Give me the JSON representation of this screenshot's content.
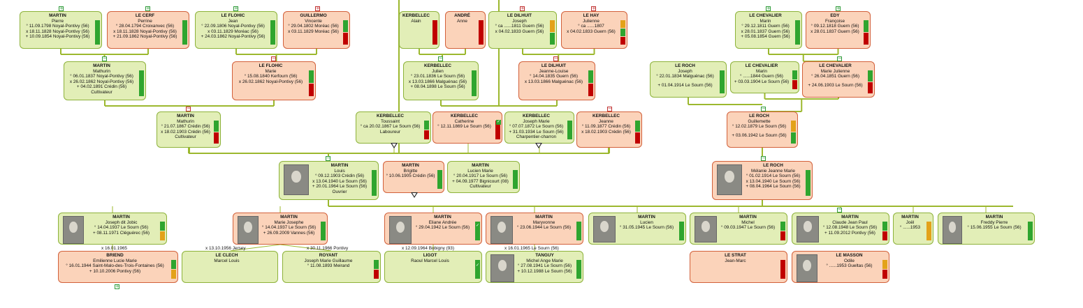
{
  "people": {
    "p1": {
      "name": "MARTIN",
      "first": "Pierre",
      "lines": [
        "° 11.09.1798 Noyal-Pontivy (56)",
        "x 18.11.1828 Noyal-Pontivy (56)",
        "+ 10.09.1854 Noyal-Pontivy (56)"
      ]
    },
    "p2": {
      "name": "LE CERF",
      "first": "Perrine",
      "lines": [
        "° 28.04.1794 Croixanvec (56)",
        "x 18.11.1828 Noyal-Pontivy (56)",
        "+ 21.09.1862 Noyal-Pontivy (56)"
      ]
    },
    "p3": {
      "name": "LE FLOHIC",
      "first": "Jean",
      "lines": [
        "° 22.09.1806 Noyal-Pontivy (56)",
        "x 03.11.1829 Moréac (56)",
        "+ 24.03.1862 Noyal-Pontivy (56)"
      ]
    },
    "p4": {
      "name": "GUILLERMO",
      "first": "Vincente",
      "lines": [
        "° 29.04.1802 Moréac (56)",
        "x 03.11.1829 Moréac (56)"
      ]
    },
    "p5": {
      "name": "KERBELLEC",
      "first": "Alain",
      "lines": []
    },
    "p6": {
      "name": "ANDRÉ",
      "first": "Anne",
      "lines": []
    },
    "p7": {
      "name": "LE DILHUIT",
      "first": "Joseph",
      "lines": [
        "° ca ......1811 Guern (56)",
        "x 04.02.1833 Guern (56)"
      ]
    },
    "p8": {
      "name": "LE HAY",
      "first": "Julienne",
      "lines": [
        "° ca ......1807",
        "x 04.02.1833 Guern (56)"
      ]
    },
    "p9": {
      "name": "LE CHEVALIER",
      "first": "Marin",
      "lines": [
        "° 29.12.1811 Guern (56)",
        "x 28.01.1837 Guern (56)",
        "+ 05.08.1854 Guern (56)"
      ]
    },
    "p10": {
      "name": "EDY",
      "first": "Françoise",
      "lines": [
        "° 09.12.1818 Guern (56)",
        "x 28.01.1837 Guern (56)"
      ]
    },
    "p11": {
      "name": "MARTIN",
      "first": "Mathurin",
      "lines": [
        "° 06.01.1837 Noyal-Pontivy (56)",
        "x 26.02.1862 Noyal-Pontivy (56)",
        "+ 04.02.1891 Crédin (56)"
      ],
      "occ": "Cultivateur"
    },
    "p12": {
      "name": "LE FLOHIC",
      "first": "Marie",
      "lines": [
        "° 15.08.1840 Kerfourn (56)",
        "x 26.02.1862 Noyal-Pontivy (56)"
      ]
    },
    "p13": {
      "name": "KERBELLEC",
      "first": "Julien",
      "lines": [
        "° 23.01.1836 Le Sourn (56)",
        "x 13.03.1866 Malguénac (56)",
        "+ 08.04.1898 Le Sourn (56)"
      ]
    },
    "p14": {
      "name": "LE DILHUIT",
      "first": "Jeanne-Louise",
      "lines": [
        "° 14.04.1835 Guern (56)",
        "x 13.03.1866 Malguénac (56)"
      ]
    },
    "p15": {
      "name": "LE ROCH",
      "first": "Joseph",
      "lines": [
        "° 22.01.1834 Malguénac (56)",
        "",
        "+ 01.04.1914 Le Sourn (56)"
      ]
    },
    "p16": {
      "name": "LE CHEVALIER",
      "first": "Marin",
      "lines": [
        "° ......1844 Guern (56)",
        "+ 03.03.1904 Le Sourn (56)"
      ]
    },
    "p17": {
      "name": "LE CHEVALIER",
      "first": "Marie Julienne",
      "lines": [
        "° 26.04.1851 Guern (56)",
        "",
        "+ 24.06.1903 Le Sourn (56)"
      ]
    },
    "p18": {
      "name": "MARTIN",
      "first": "Mathurin",
      "lines": [
        "° 21.07.1867 Crédin (56)",
        "x 18.02.1903 Crédin (56)"
      ],
      "occ": "Cultivateur"
    },
    "p19": {
      "name": "KERBELLEC",
      "first": "Toussaint",
      "lines": [
        "° ca 20.02.1867 Le Sourn (56)"
      ],
      "occ": "Laboureur"
    },
    "p20": {
      "name": "KERBELLEC",
      "first": "Catherine",
      "lines": [
        "° 12.11.1869 Le Sourn (56)"
      ]
    },
    "p21": {
      "name": "KERBELLEC",
      "first": "Joseph Marie",
      "lines": [
        "° 07.07.1872 Le Sourn (56)",
        "+ 31.03.1934 Le Sourn (56)"
      ],
      "occ": "Charpentier-charron"
    },
    "p22": {
      "name": "KERBELLEC",
      "first": "Jeanne",
      "lines": [
        "° 11.09.1877 Crédin (56)",
        "x 18.02.1903 Crédin (56)"
      ]
    },
    "p23": {
      "name": "LE ROCH",
      "first": "Guillemette",
      "lines": [
        "° 12.02.1879 Le Sourn (56)",
        "",
        "+ 03.06.1942 Le Sourn (56)"
      ]
    },
    "p24": {
      "name": "MARTIN",
      "first": "Louis",
      "lines": [
        "° 09.12.1903 Crédin (56)",
        "x 13.04.1940 Le Sourn (56)",
        "+ 20.01.1964 Le Sourn (56)"
      ],
      "occ": "Ouvrier"
    },
    "p25": {
      "name": "MARTIN",
      "first": "Brigitte",
      "lines": [
        "° 10.06.1905 Crédin (56)"
      ]
    },
    "p26": {
      "name": "MARTIN",
      "first": "Lucien Marie",
      "lines": [
        "° 20.04.1917 Le Sourn (56)",
        "+ 04.09.1977 Bignicourt (08)"
      ],
      "occ": "Cultivateur"
    },
    "p27": {
      "name": "LE ROCH",
      "first": "Mélanie Jeanne Marie",
      "lines": [
        "° 01.02.1914 Le Sourn (56)",
        "x 13.04.1940 Le Sourn (56)",
        "+ 08.04.1964 Le Sourn (56)"
      ]
    },
    "c1": {
      "name": "MARTIN",
      "first": "Joseph dit Jobic",
      "lines": [
        "° 14.04.1937 Le Sourn (56)",
        "+ 08.11.1971 Cléguérec (56)"
      ]
    },
    "c2": {
      "name": "MARTIN",
      "first": "Marie Josephe",
      "lines": [
        "° 14.04.1937 Le Sourn (56)",
        "+ 26.09.2009 Vannes (56)"
      ]
    },
    "c3": {
      "name": "MARTIN",
      "first": "Eliane Andrée",
      "lines": [
        "° 29.04.1942 Le Sourn (56)"
      ]
    },
    "c4": {
      "name": "MARTIN",
      "first": "Maryvonne",
      "lines": [
        "° 23.06.1944 Le Sourn (56)"
      ]
    },
    "c5": {
      "name": "MARTIN",
      "first": "Lucien",
      "lines": [
        "° 31.05.1945 Le Sourn (56)"
      ]
    },
    "c6": {
      "name": "MARTIN",
      "first": "Michel",
      "lines": [
        "° 09.03.1947 Le Sourn (56)"
      ]
    },
    "c7": {
      "name": "MARTIN",
      "first": "Claude Jean Paul",
      "lines": [
        "° 12.08.1948 Le Sourn (56)",
        "+ 11.09.2012 Pontivy (56)"
      ]
    },
    "c8": {
      "name": "MARTIN",
      "first": "Joël",
      "lines": [
        "° ......1953"
      ]
    },
    "c9": {
      "name": "MARTIN",
      "first": "Freddy Pierre",
      "lines": [
        "° 15.06.1955 Le Sourn (56)"
      ]
    },
    "s1": {
      "name": "BRIEND",
      "first": "Emilienne Lucie Marie",
      "lines": [
        "° 16.01.1944 Saint-Malo-des-Trois-Fontaines (56)",
        "+ 10.10.2006 Pontivy (56)"
      ]
    },
    "s2": {
      "name": "LE CLECH",
      "first": "Marcel Louis",
      "lines": []
    },
    "s3": {
      "name": "ROYANT",
      "first": "Joseph Marie Guillaume",
      "lines": [
        "° 11.08.1893 Meirand"
      ]
    },
    "s4": {
      "name": "LIGOT",
      "first": "Raoul Marcel Louis",
      "lines": []
    },
    "s5": {
      "name": "TANGUY",
      "first": "Michel Ange Marie",
      "lines": [
        "° 27.08.1941 Le Sourn (56)",
        "+ 10.12.1988 Le Sourn (56)"
      ]
    },
    "s6": {
      "name": "LE STRAT",
      "first": "Jean-Marc",
      "lines": []
    },
    "s7": {
      "name": "LE MASSON",
      "first": "Odile",
      "lines": [
        "° ......1953 Gueltas (56)"
      ]
    }
  },
  "marriages": {
    "m1": "x 16.01.1965",
    "m2": "x 13.10.1956 Jersey",
    "m3": "x 30.11.1966 Pontivy",
    "m4": "x 12.09.1964 Bobigny (93)",
    "m5": "x 16.01.1965 Le Sourn (56)"
  },
  "colors": {
    "male_fill": "#e2eeb7",
    "male_border": "#8db23a",
    "female_fill": "#fbd3ba",
    "female_border": "#d2603a",
    "link": "#9cb82e"
  },
  "icons": [
    "expand-plus-icon",
    "collapse-minus-icon",
    "checkmark-icon",
    "photo-portrait",
    "triangle-marker-icon"
  ]
}
